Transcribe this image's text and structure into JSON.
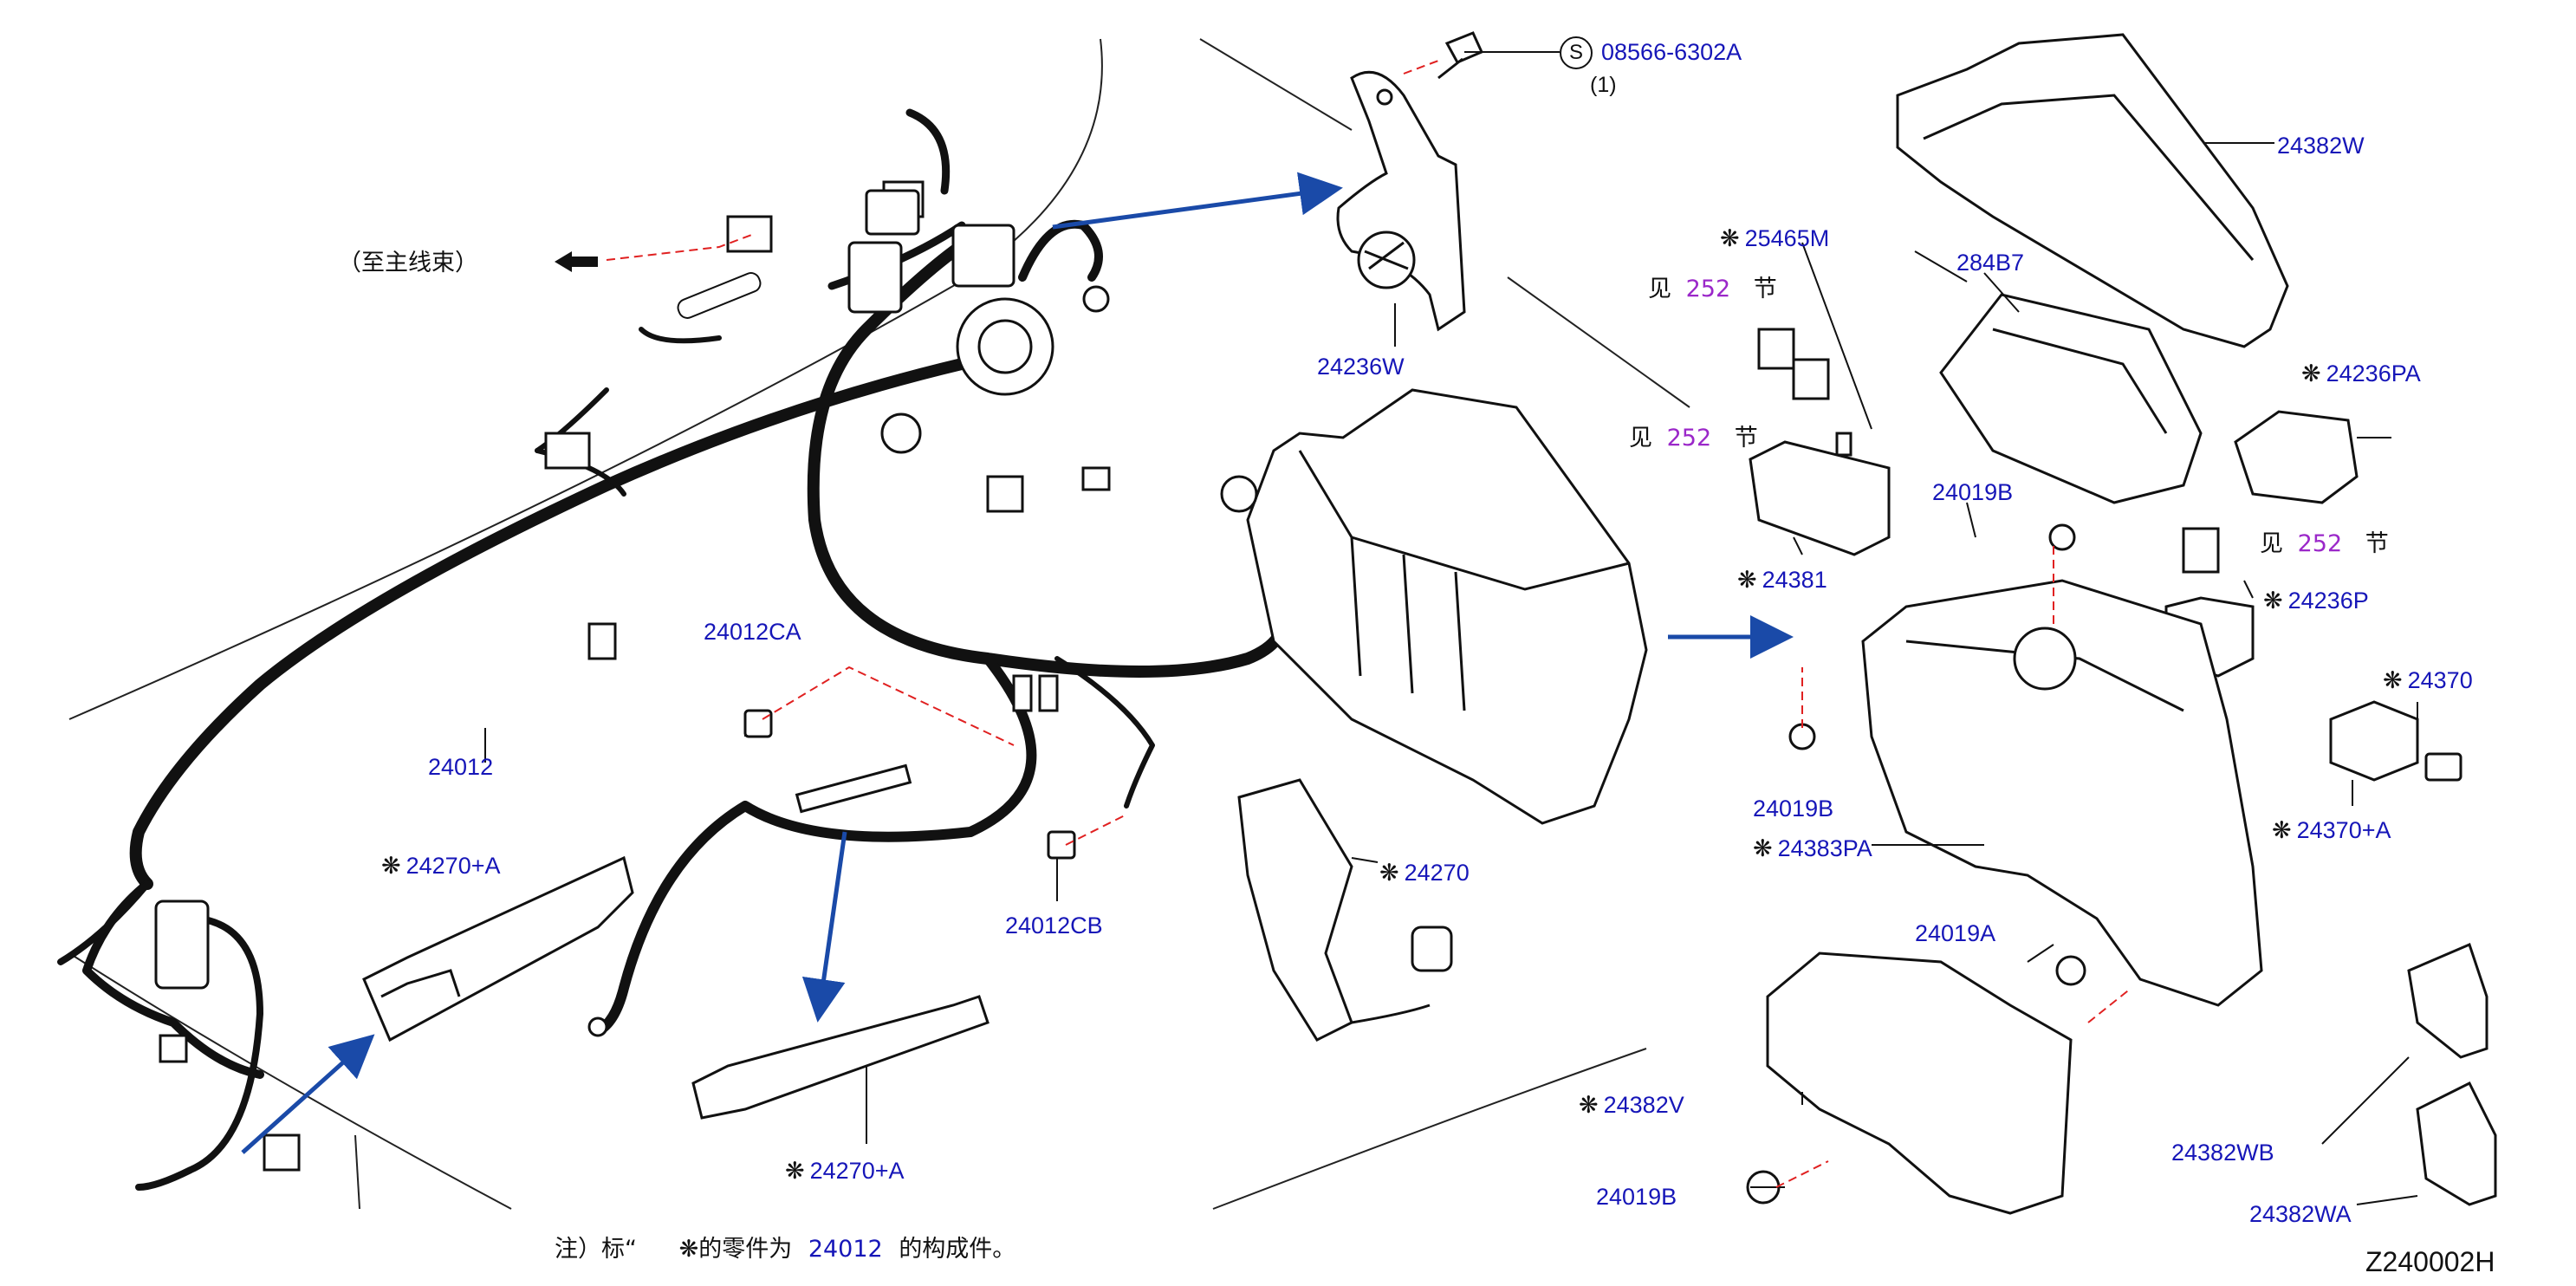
{
  "labels": {
    "p08566": "08566-6302A",
    "s_mark": "S",
    "qty1": "(1)",
    "to_main": "（至主线束）",
    "p24236W": "24236W",
    "p24382W": "24382W",
    "p25465M": "25465M",
    "p284B7": "284B7",
    "see": "见",
    "sec252": "252",
    "section": "节",
    "p24236PA": "24236PA",
    "p24019B": "24019B",
    "p24381": "24381",
    "p24236P": "24236P",
    "p24370": "24370",
    "p24370A": "24370+A",
    "p24012CA": "24012CA",
    "p24012": "24012",
    "p24270A": "24270+A",
    "p24270": "24270",
    "p24012CB": "24012CB",
    "p24383PA": "24383PA",
    "p24019A": "24019A",
    "p24382V": "24382V",
    "p24382WB": "24382WB",
    "p24382WA": "24382WA",
    "note_prefix": "注）标“",
    "note_mid": "的零件为",
    "note_part": "24012",
    "note_suffix": "的构成件。",
    "diagram_id": "Z240002H",
    "star_symbol": "❋"
  },
  "colors": {
    "part_number": "#1616b8",
    "section_ref": "#9b28c9",
    "arrow": "#1a4aa8",
    "leader_dashed": "#e02020",
    "line_art": "#111111"
  }
}
